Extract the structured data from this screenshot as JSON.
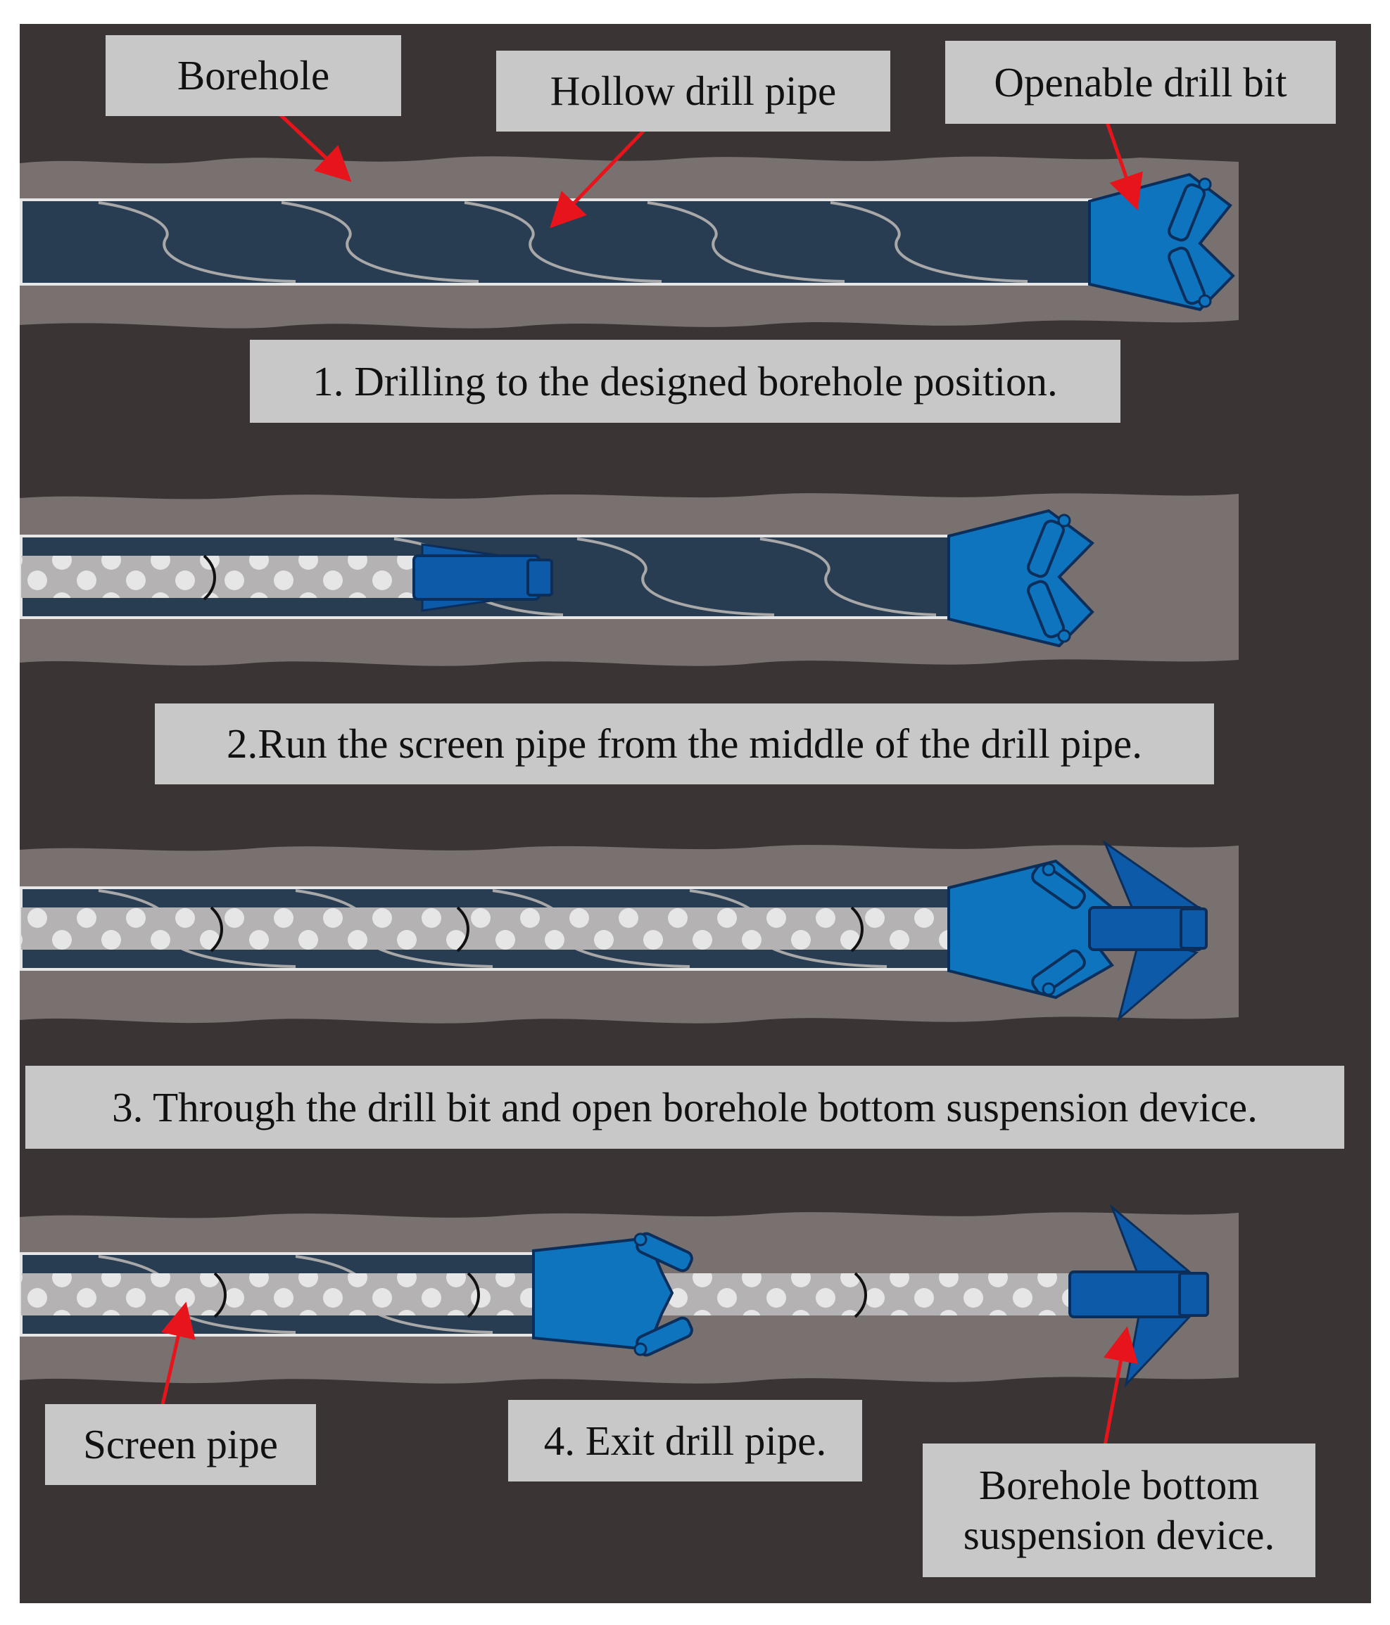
{
  "labels": {
    "borehole": "Borehole",
    "hollow_drill_pipe": "Hollow drill pipe",
    "openable_drill_bit": "Openable drill bit",
    "screen_pipe": "Screen pipe",
    "suspension_device_line1": "Borehole bottom",
    "suspension_device_line2": "suspension device."
  },
  "steps": {
    "step1": "1. Drilling to the designed borehole position.",
    "step2": "2.Run the screen pipe from the middle of the drill pipe.",
    "step3": "3. Through the drill bit and open borehole bottom suspension device.",
    "step4": "4. Exit drill pipe."
  },
  "colors": {
    "background": "#3a3534",
    "rock": "#78716f",
    "drill_pipe": "#283c52",
    "drill_bit": "#0d74bd",
    "suspension_device": "#0d5aa8",
    "screen_pipe": "#b4b2b2",
    "screen_holes": "#e6e6e6",
    "label_box": "#c8c8c8",
    "arrow": "#e8141b"
  }
}
